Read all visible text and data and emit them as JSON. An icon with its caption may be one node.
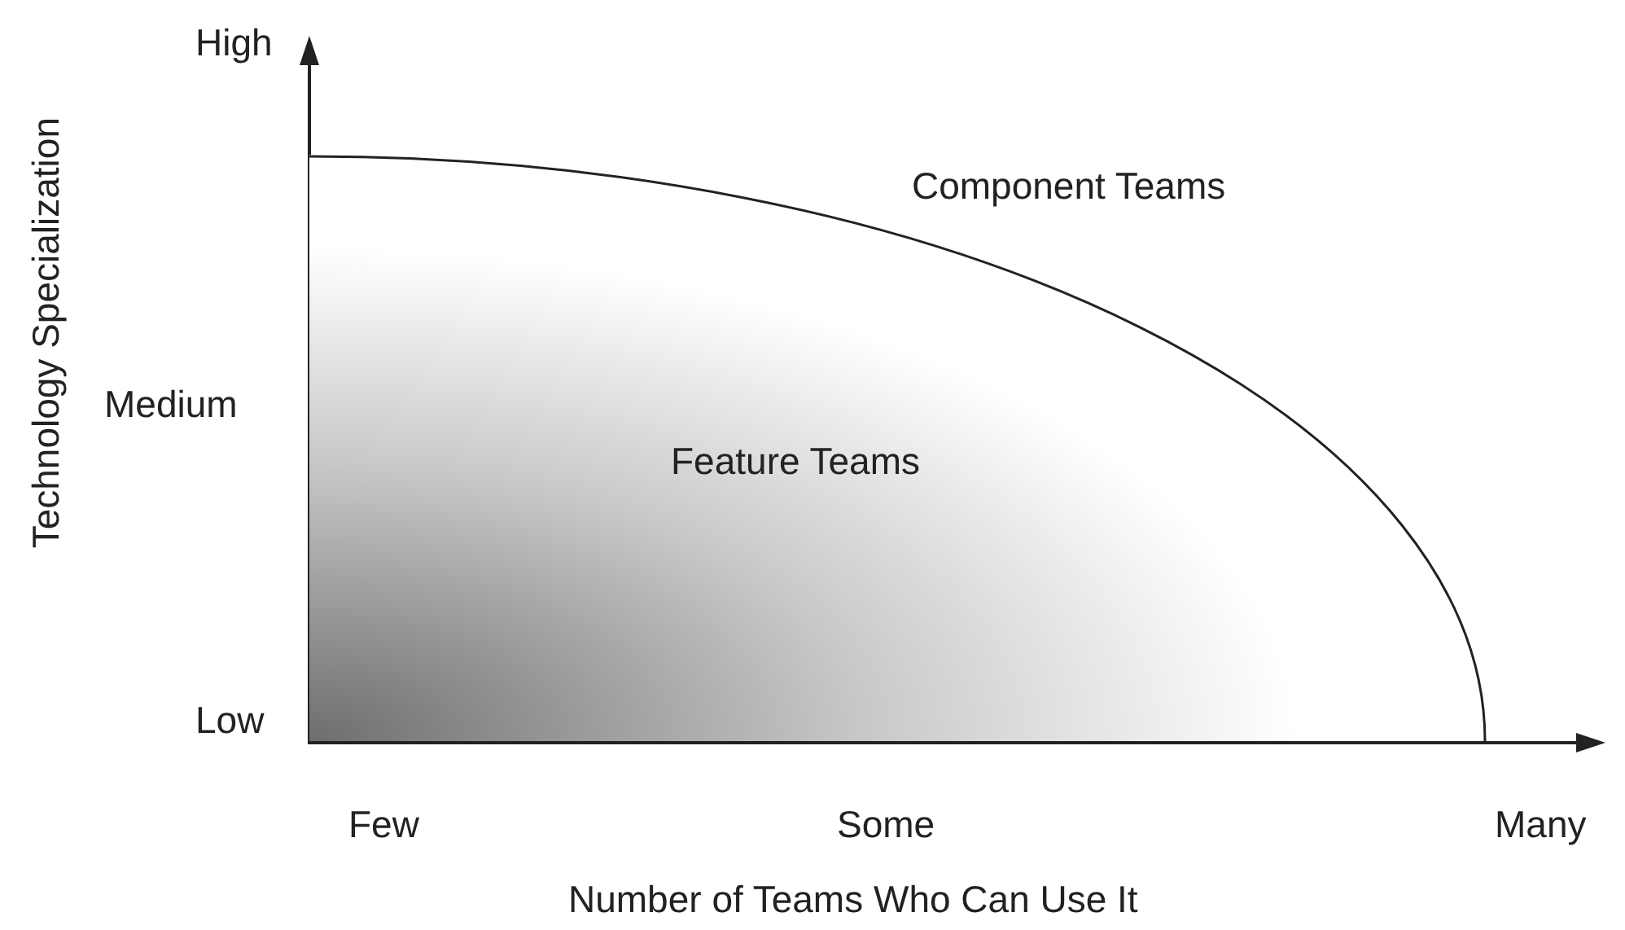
{
  "diagram": {
    "nodes": [
      {
        "text": [
          "Feature Teams"
        ]
      }
    ],
    "edges": [],
    "labels": [
      "High",
      "Technology Specialization",
      "Component Teams",
      "Medium",
      "Low",
      "Few",
      "Some",
      "Many",
      "Number of Teams Who Can Use It"
    ]
  }
}
